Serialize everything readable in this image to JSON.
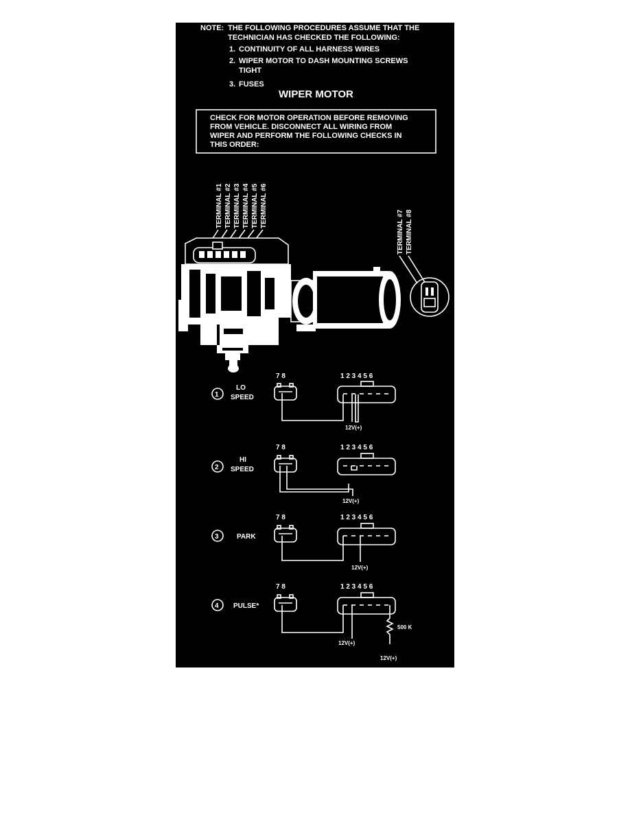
{
  "note": {
    "label": "NOTE:",
    "line1": "THE FOLLOWING PROCEDURES ASSUME THAT THE",
    "line2": "TECHNICIAN HAS CHECKED THE FOLLOWING:",
    "items": [
      {
        "num": "1.",
        "text": "CONTINUITY OF ALL HARNESS WIRES"
      },
      {
        "num": "2.",
        "text": "WIPER MOTOR TO DASH MOUNTING SCREWS",
        "text2": "TIGHT"
      },
      {
        "num": "3.",
        "text": "FUSES"
      }
    ]
  },
  "title": "WIPER MOTOR",
  "instruction_lines": [
    "CHECK FOR MOTOR OPERATION BEFORE REMOVING",
    "FROM VEHICLE. DISCONNECT ALL WIRING FROM",
    "WIPER AND PERFORM THE FOLLOWING CHECKS IN",
    "THIS ORDER:"
  ],
  "terminal_labels": [
    "TERMINAL #1",
    "TERMINAL #2",
    "TERMINAL #3",
    "TERMINAL #4",
    "TERMINAL #5",
    "TERMINAL #6"
  ],
  "terminal_labels_small": [
    "TERMINAL #7",
    "TERMINAL #8"
  ],
  "connector_numbers_small": "7  8",
  "connector_numbers_large": "1  2  3  4  5  6",
  "voltage_label": "12V(+)",
  "resistor_label": "500 K",
  "checks": [
    {
      "num": "1",
      "label_line1": "LO",
      "label_line2": "SPEED"
    },
    {
      "num": "2",
      "label_line1": "HI",
      "label_line2": "SPEED"
    },
    {
      "num": "3",
      "label_line1": "PARK",
      "label_line2": ""
    },
    {
      "num": "4",
      "label_line1": "PULSE*",
      "label_line2": ""
    }
  ],
  "colors": {
    "background": "#000000",
    "ink": "#ffffff"
  }
}
